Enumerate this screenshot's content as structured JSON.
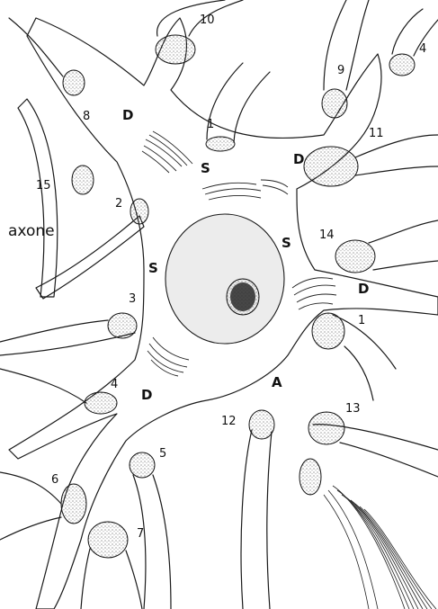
{
  "figure": {
    "labels": [
      {
        "id": "n10",
        "text": "10"
      },
      {
        "id": "n4a",
        "text": "4"
      },
      {
        "id": "n9",
        "text": "9"
      },
      {
        "id": "n8",
        "text": "8"
      },
      {
        "id": "n1a",
        "text": "1"
      },
      {
        "id": "n11",
        "text": "11"
      },
      {
        "id": "n15",
        "text": "15"
      },
      {
        "id": "n2",
        "text": "2"
      },
      {
        "id": "n14",
        "text": "14"
      },
      {
        "id": "n3",
        "text": "3"
      },
      {
        "id": "n1b",
        "text": "1"
      },
      {
        "id": "n4b",
        "text": "4"
      },
      {
        "id": "n12",
        "text": "12"
      },
      {
        "id": "n13",
        "text": "13"
      },
      {
        "id": "n5",
        "text": "5"
      },
      {
        "id": "n6",
        "text": "6"
      },
      {
        "id": "n7",
        "text": "7"
      },
      {
        "id": "D1",
        "text": "D"
      },
      {
        "id": "D2",
        "text": "D"
      },
      {
        "id": "D3",
        "text": "D"
      },
      {
        "id": "D4",
        "text": "D"
      },
      {
        "id": "S1",
        "text": "S"
      },
      {
        "id": "S2",
        "text": "S"
      },
      {
        "id": "S3",
        "text": "S"
      },
      {
        "id": "A",
        "text": "A"
      },
      {
        "id": "axone",
        "text": "axone"
      }
    ]
  },
  "colors": {
    "ink": "#1a1a1a",
    "paper": "#ffffff",
    "stipple": "#9a9a9a",
    "nucleus_fill": "#ececec"
  }
}
